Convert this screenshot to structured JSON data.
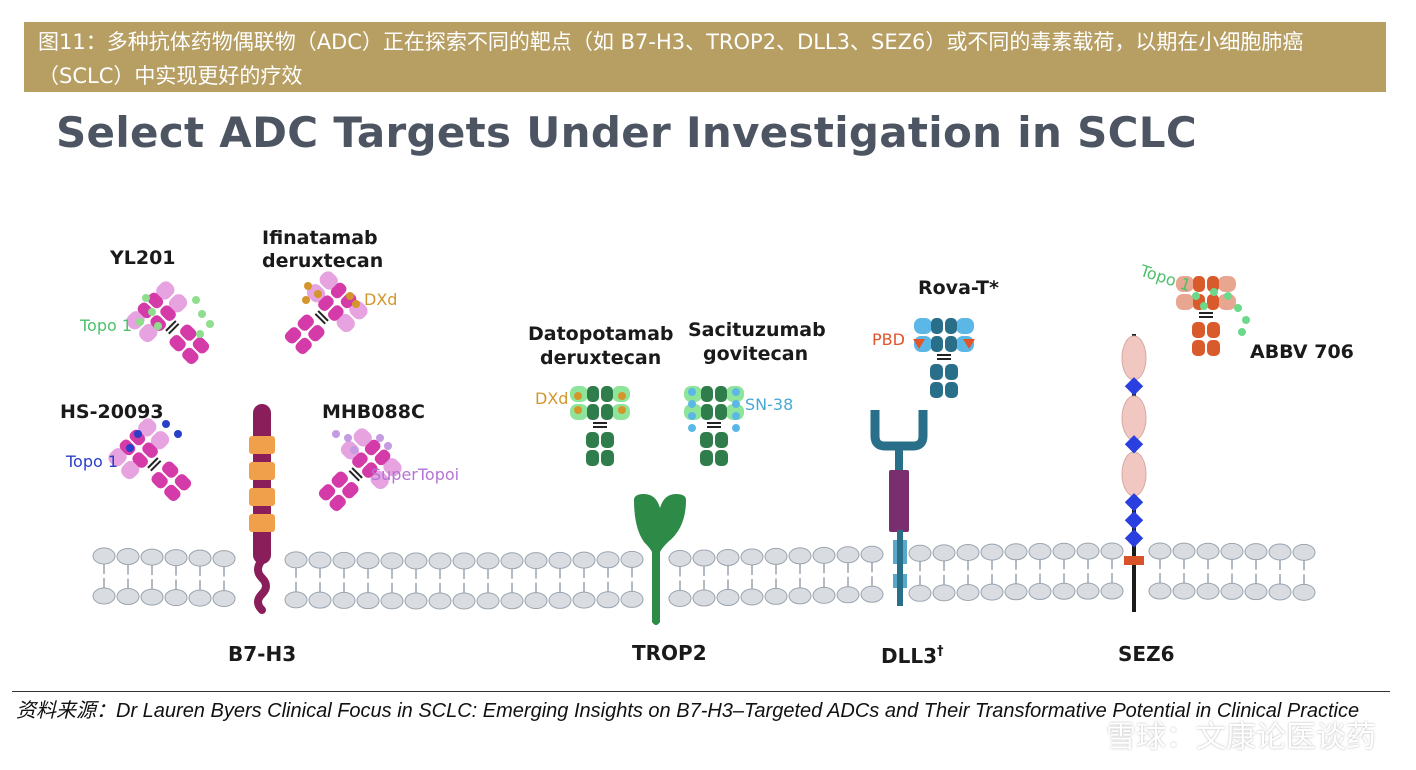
{
  "caption": "图11：多种抗体药物偶联物（ADC）正在探索不同的靶点（如 B7-H3、TROP2、DLL3、SEZ6）或不同的毒素载荷，以期在小细胞肺癌（SCLC）中实现更好的疗效",
  "title": "Select ADC Targets Under Investigation in SCLC",
  "drugs": {
    "yl201": "YL201",
    "ifinatamab_1": "Ifinatamab",
    "ifinatamab_2": "deruxtecan",
    "hs20093": "HS-20093",
    "mhb088c": "MHB088C",
    "datopotamab_1": "Datopotamab",
    "datopotamab_2": "deruxtecan",
    "sacituzumab_1": "Sacituzumab",
    "sacituzumab_2": "govitecan",
    "rovat": "Rova-T*",
    "abbv706": "ABBV 706"
  },
  "payloads": {
    "topo1_yl201": "Topo 1",
    "dxd_ifinatamab": "DXd",
    "topo1_hs20093": "Topo 1",
    "supertopoi": "SuperTopoi",
    "dxd_datopotamab": "DXd",
    "sn38": "SN-38",
    "pbd": "PBD",
    "topo1_abbv706": "Topo 1"
  },
  "targets": {
    "b7h3": "B7-H3",
    "trop2": "TROP2",
    "dll3": "DLL3",
    "dll3_sup": "†",
    "sez6": "SEZ6"
  },
  "source": "资料来源：Dr Lauren Byers Clinical Focus in SCLC: Emerging Insights on B7-H3–Targeted ADCs and Their Transformative Potential in Clinical Practice",
  "watermark": "雪球：文康论医谈药",
  "colors": {
    "caption_bg": "#b79e62",
    "title": "#4d5563",
    "magenta": "#d43aa8",
    "pink": "#e6a3e0",
    "green_dark": "#2e7d4a",
    "green_light": "#8ee59a",
    "blue": "#5bb8e6",
    "blue_dark": "#2a6f8a",
    "salmon": "#e8a590",
    "orange_red": "#d95a2a",
    "purple_stem": "#8a1e5a",
    "membrane": "#d9dde2"
  }
}
